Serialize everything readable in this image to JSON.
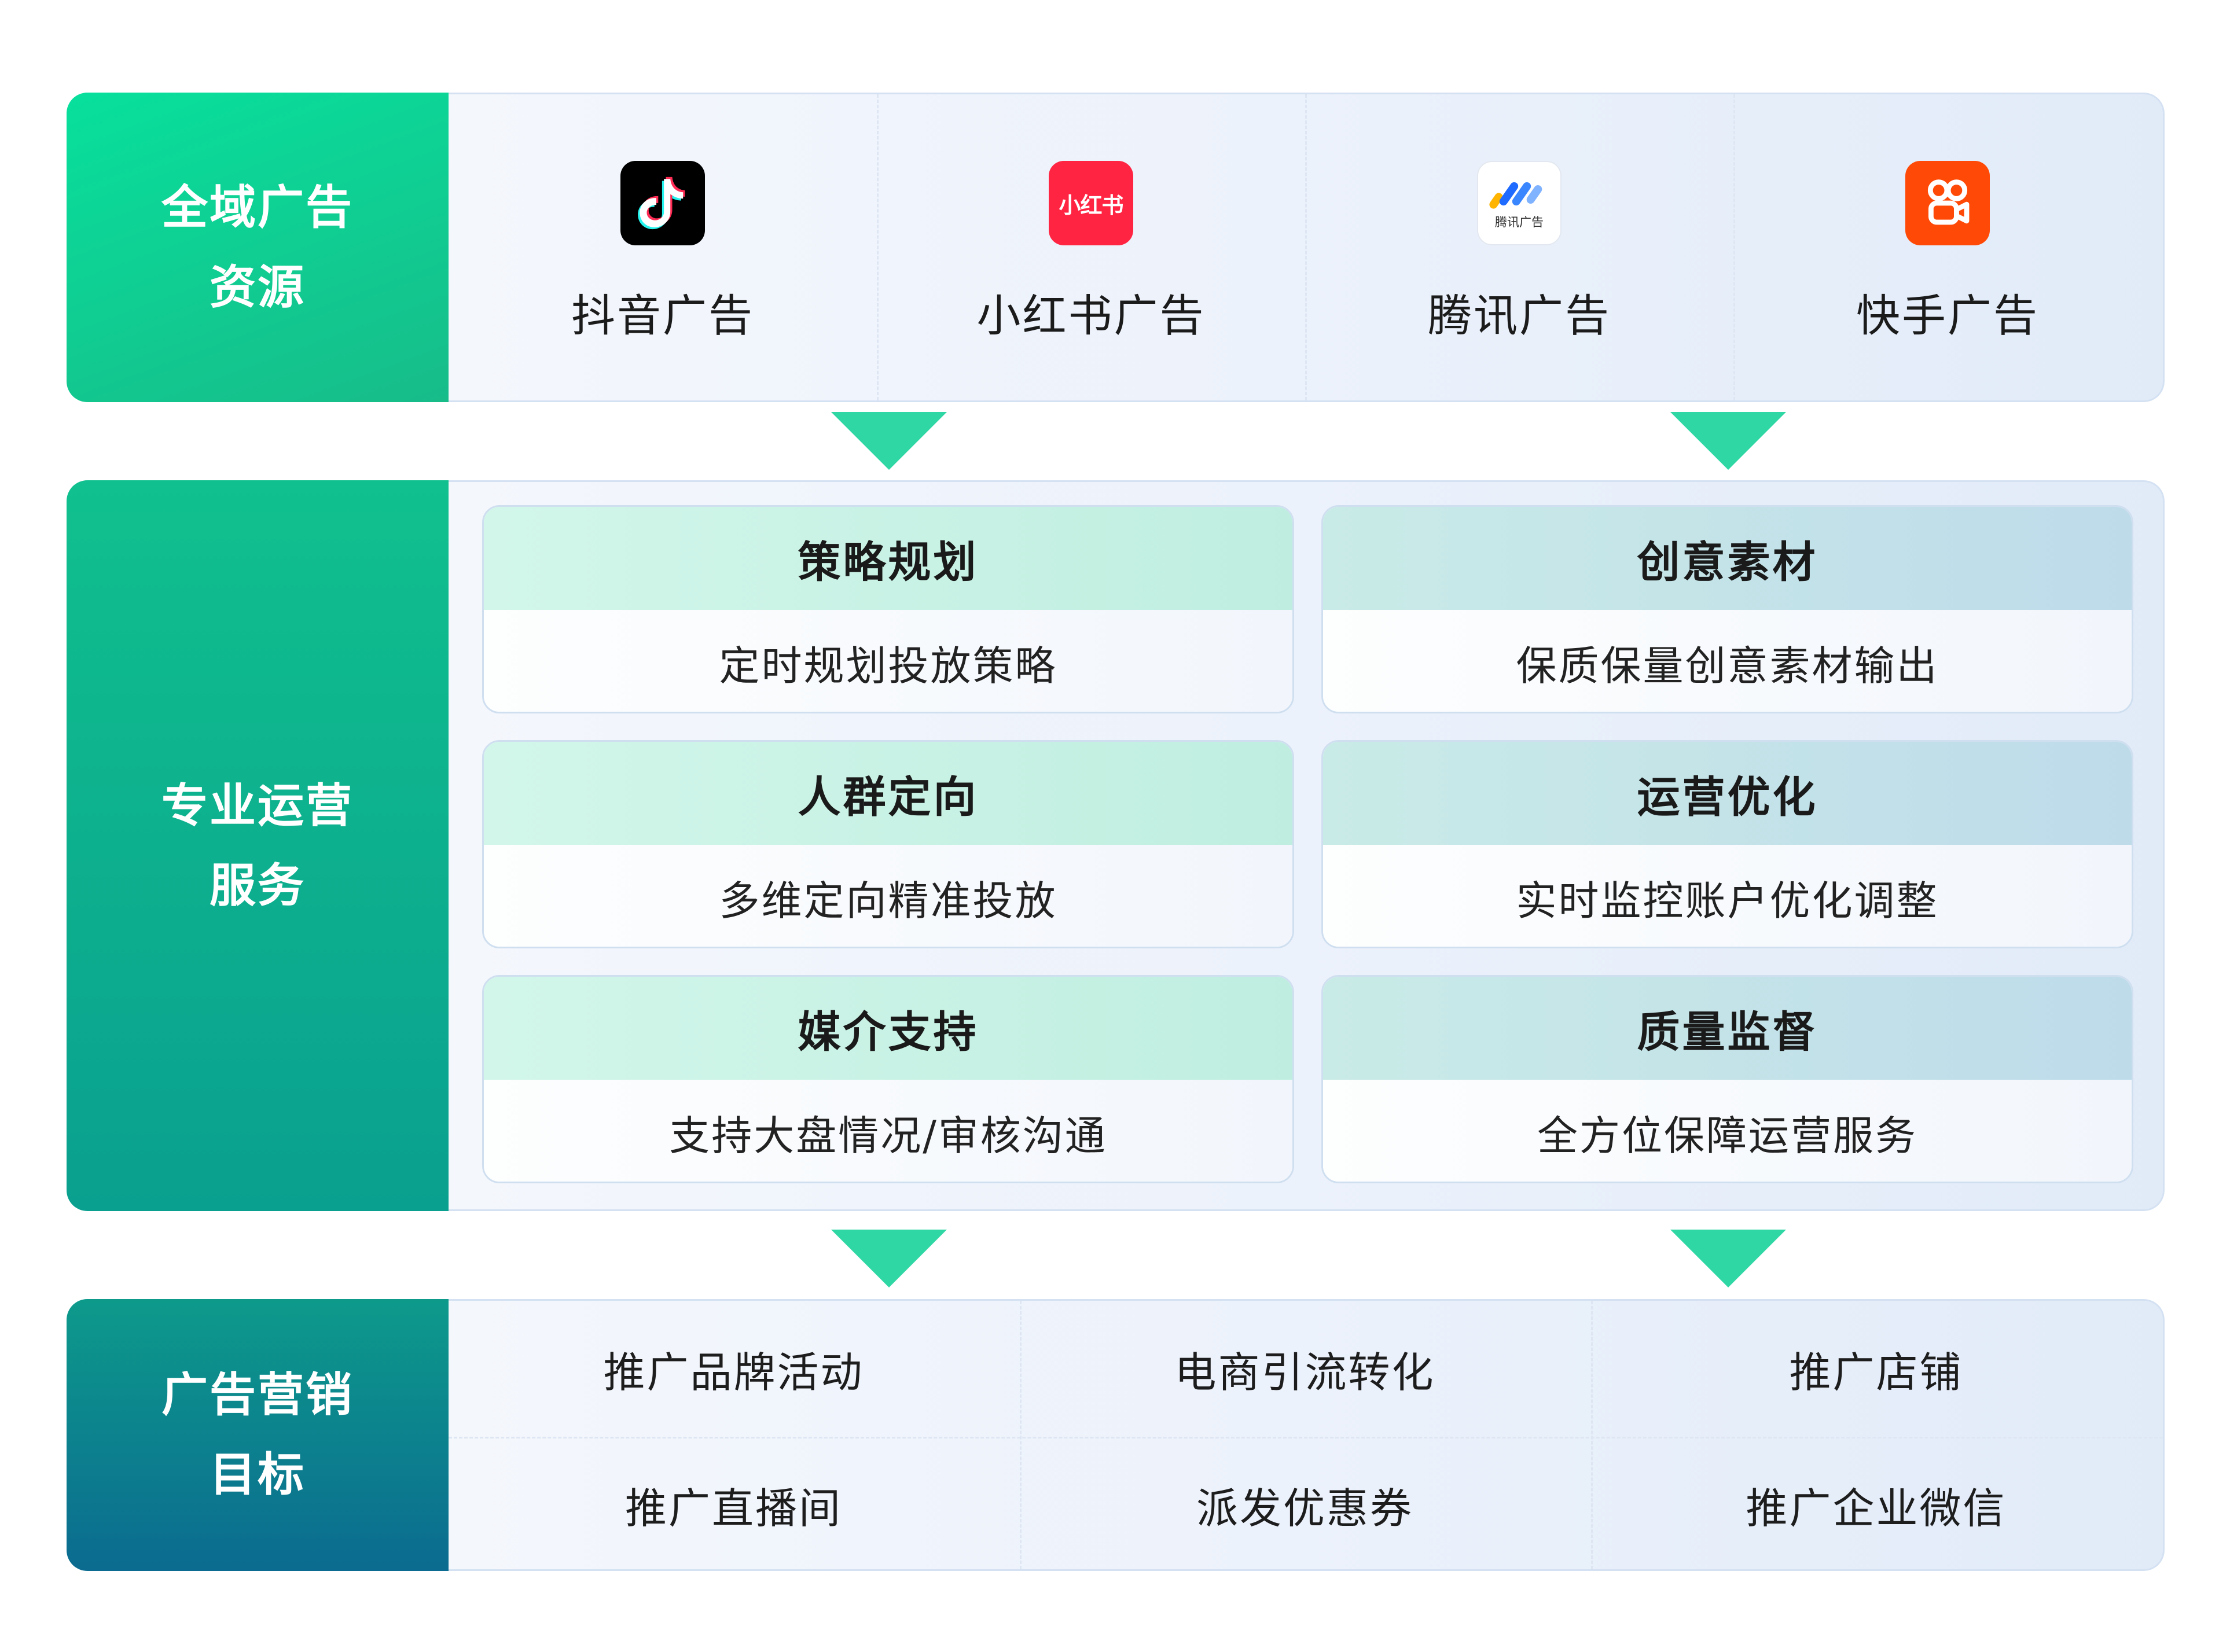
{
  "resources": {
    "label_line1": "全域广告",
    "label_line2": "资源",
    "platforms": [
      {
        "name": "抖音广告",
        "icon": "douyin-logo-icon",
        "brand_color": "#000000"
      },
      {
        "name": "小红书广告",
        "icon": "xiaohongshu-logo-icon",
        "logo_text": "小红书",
        "brand_color": "#ff2442"
      },
      {
        "name": "腾讯广告",
        "icon": "tencent-ads-logo-icon",
        "logo_text": "腾讯广告",
        "brand_color": "#1f6bff"
      },
      {
        "name": "快手广告",
        "icon": "kuaishou-logo-icon",
        "brand_color": "#ff4906"
      }
    ]
  },
  "services": {
    "label_line1": "专业运营",
    "label_line2": "服务",
    "cards": [
      {
        "title": "策略规划",
        "desc": "定时规划投放策略"
      },
      {
        "title": "创意素材",
        "desc": "保质保量创意素材输出"
      },
      {
        "title": "人群定向",
        "desc": "多维定向精准投放"
      },
      {
        "title": "运营优化",
        "desc": "实时监控账户优化调整"
      },
      {
        "title": "媒介支持",
        "desc": "支持大盘情况/审核沟通"
      },
      {
        "title": "质量监督",
        "desc": "全方位保障运营服务"
      }
    ]
  },
  "goals": {
    "label_line1": "广告营销",
    "label_line2": "目标",
    "items": [
      "推广品牌活动",
      "电商引流转化",
      "推广店铺",
      "推广直播间",
      "派发优惠券",
      "推广企业微信"
    ]
  },
  "colors": {
    "accent_green": "#08e09c",
    "accent_teal": "#0aa08f",
    "accent_deep": "#0b6b90"
  }
}
